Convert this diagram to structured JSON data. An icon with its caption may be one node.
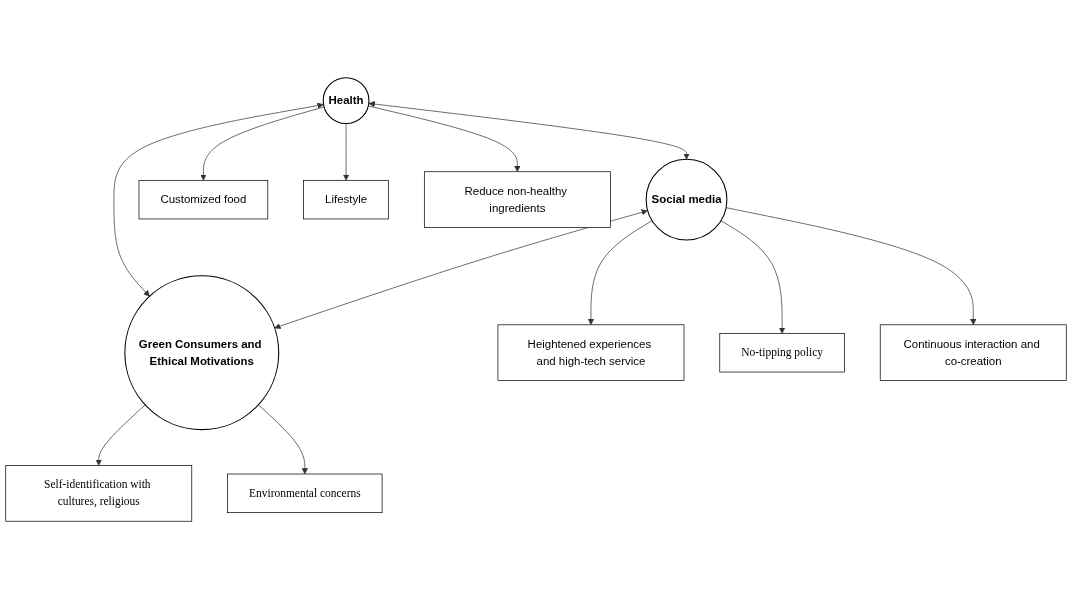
{
  "diagram": {
    "nodes": [
      {
        "text": [
          "Health"
        ]
      },
      {
        "text": [
          "Social media"
        ]
      },
      {
        "text": [
          "Green Consumers and Ethical Motivations"
        ]
      },
      {
        "text": [
          "Customized food"
        ]
      },
      {
        "text": [
          "Lifestyle"
        ]
      },
      {
        "text": [
          "Reduce non-healthy ingredients"
        ]
      },
      {
        "text": [
          "Heightened experiences and high-tech service"
        ]
      },
      {
        "text": [
          "No-tipping policy"
        ]
      },
      {
        "text": [
          "Continuous interaction and co-creation"
        ]
      },
      {
        "text": [
          "Self-identification with cultures, religious"
        ]
      },
      {
        "text": [
          "Environmental concerns"
        ]
      }
    ],
    "edges": [
      {
        "from": 0,
        "to": 3,
        "arrow": "to"
      },
      {
        "from": 0,
        "to": 4,
        "arrow": "to"
      },
      {
        "from": 0,
        "to": 5,
        "arrow": "to"
      },
      {
        "from": 0,
        "to": 1,
        "arrow": "both"
      },
      {
        "from": 1,
        "to": 6,
        "arrow": "to"
      },
      {
        "from": 1,
        "to": 7,
        "arrow": "to"
      },
      {
        "from": 1,
        "to": 8,
        "arrow": "to"
      },
      {
        "from": 0,
        "to": 2,
        "arrow": "both"
      },
      {
        "from": 1,
        "to": 2,
        "arrow": "both"
      },
      {
        "from": 2,
        "to": 9,
        "arrow": "to"
      },
      {
        "from": 2,
        "to": 10,
        "arrow": "to"
      }
    ]
  }
}
